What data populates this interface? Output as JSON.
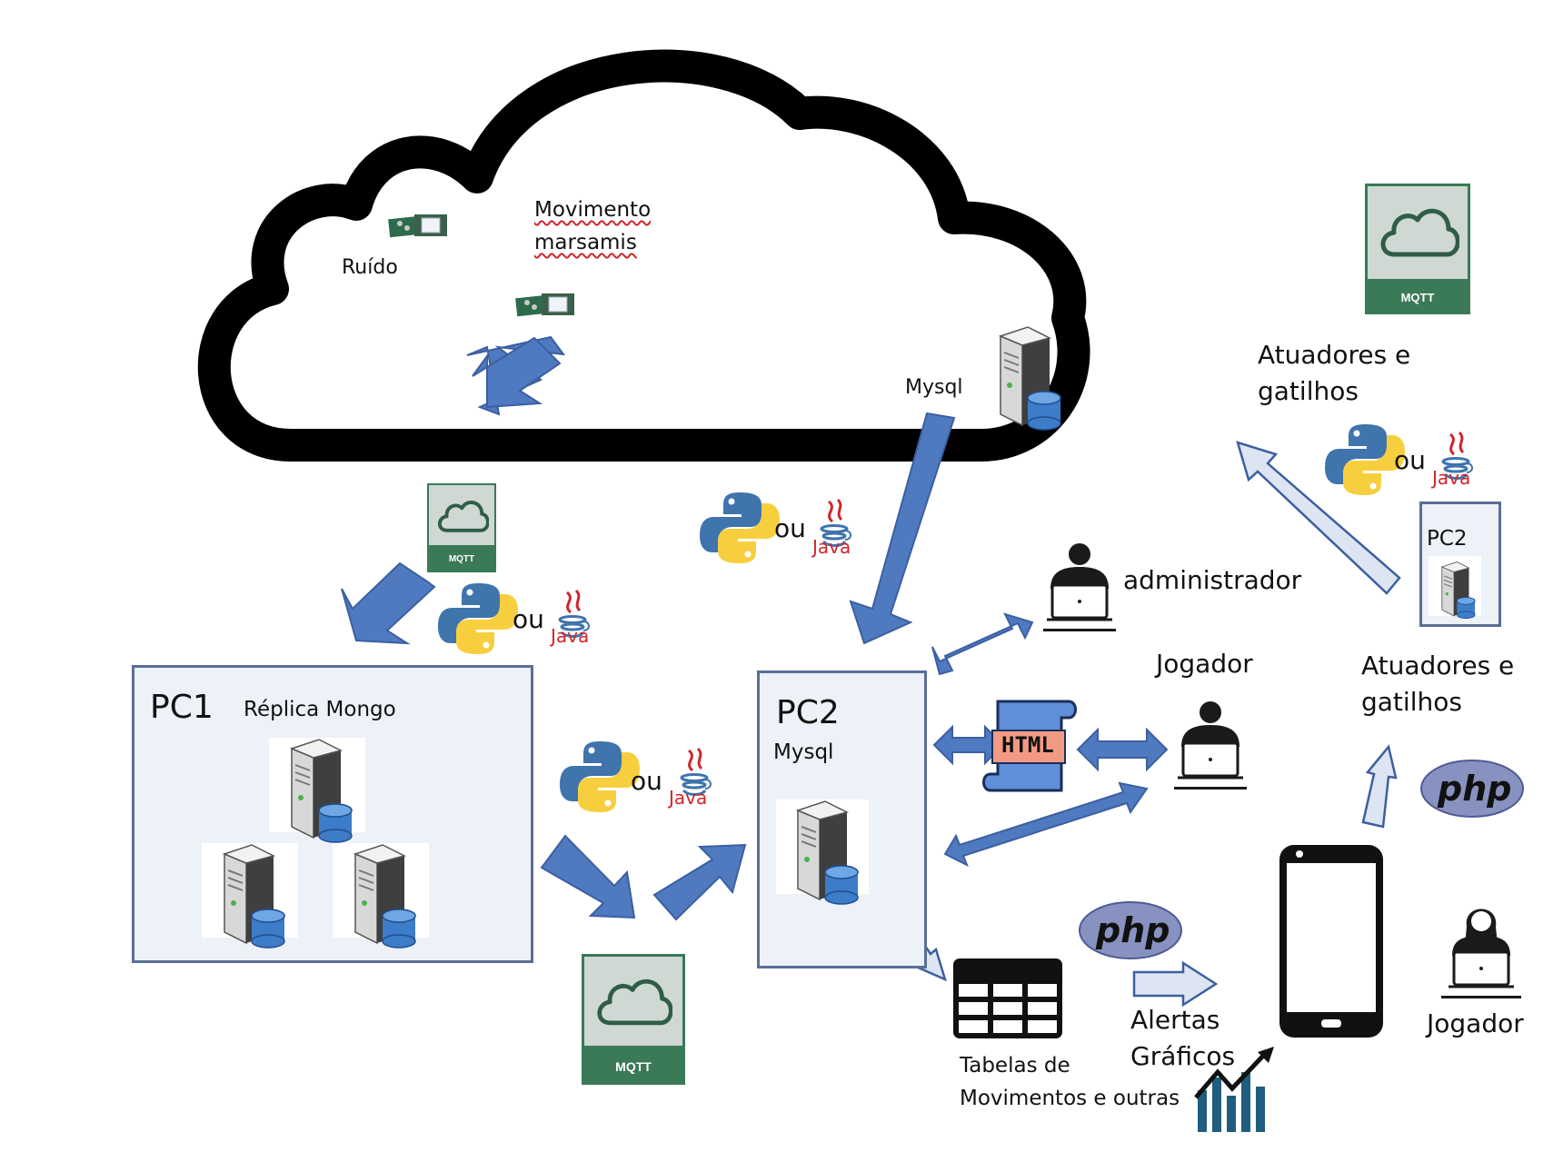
{
  "cloud": {
    "labels": {
      "ruido": "Ruído",
      "movimento_line1": "Movimento",
      "movimento_line2": "marsamis",
      "mysql": "Mysql"
    }
  },
  "connectors": {
    "ou": "ou",
    "java": "Java",
    "mqtt": "MQTT",
    "html": "HTML",
    "php": "php"
  },
  "pc1": {
    "title": "PC1",
    "subtitle": "Réplica Mongo"
  },
  "pc2": {
    "title": "PC2",
    "subtitle": "Mysql"
  },
  "pc2_small": {
    "title": "PC2"
  },
  "roles": {
    "administrador": "administrador",
    "jogador_top": "Jogador",
    "jogador_bottom": "Jogador"
  },
  "actuators": {
    "top_line1": "Atuadores e",
    "top_line2": "gatilhos",
    "mid_line1": "Atuadores e",
    "mid_line2": "gatilhos"
  },
  "outputs": {
    "tabelas_line1": "Tabelas de",
    "tabelas_line2": "Movimentos e outras",
    "alertas": "Alertas",
    "graficos": "Gráficos"
  },
  "colors": {
    "arrow_blue": "#4f7ac0",
    "arrow_outline": "#3c5fa0",
    "light_arrow": "#dde5f3",
    "pc_box_fill": "#edf1f8",
    "pc_box_border": "#5a6e96",
    "mqtt_green": "#3a7a57",
    "java_red": "#d0262b",
    "php_purple": "#8892c0",
    "html_scroll": "#5e8fd8",
    "html_label": "#f39a84"
  }
}
